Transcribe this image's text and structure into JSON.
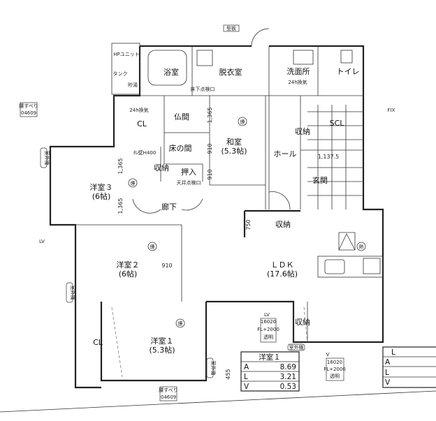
{
  "rooms": {
    "bath": "浴室",
    "dressing": "脱衣室",
    "washroom": "洗面所",
    "toilet": "トイレ",
    "butsuma": "仏間",
    "tokonoma": "床の間",
    "washitsu": "和室",
    "washitsu_size": "(5.3帖)",
    "hall": "ホール",
    "scl": "SCL",
    "genkan": "玄関",
    "cl_top": "CL",
    "cl_bottom": "CL",
    "storage1": "収納",
    "storage2": "収納",
    "storage3": "収納",
    "storage4": "収納",
    "oshiire": "押入",
    "youshitsu3": "洋室３",
    "youshitsu3_size": "(6帖)",
    "corridor": "廊下",
    "youshitsu2": "洋室２",
    "youshitsu2_size": "(6帖)",
    "youshitsu1": "洋室１",
    "youshitsu1_size": "(5.3帖)",
    "ldk": "ＬＤＫ",
    "ldk_size": "(17.6帖)"
  },
  "equipment": {
    "hp_unit": "HPユニット",
    "tank": "タンク",
    "storage_tank": "貯湯",
    "smoke": "煙",
    "heat": "熱",
    "vent1": "24h換気",
    "vent2": "24h換気",
    "attic": "天井点検口",
    "floor_check": "床下点検口",
    "low_wall": "ﾀﾚ壁H400",
    "outdoor_unit": "室外機"
  },
  "dimensions": [
    "1,365",
    "910",
    "910",
    "1,365",
    "1,365",
    "910",
    "750",
    "1,137.5",
    "455"
  ],
  "window_tags": {
    "top": "型板",
    "sash": [
      "16020",
      "FL+2000",
      "透明"
    ],
    "lv": "LV",
    "v": "V",
    "fix": "FIX",
    "slide": "腰すべり",
    "code": "04609"
  },
  "area_table": {
    "title": "洋室１",
    "rows": [
      {
        "key": "A",
        "value": "8.69"
      },
      {
        "key": "L",
        "value": "3.21"
      },
      {
        "key": "V",
        "value": "0.53"
      }
    ],
    "partial_keys": [
      "L",
      "A",
      "L",
      "V"
    ]
  }
}
